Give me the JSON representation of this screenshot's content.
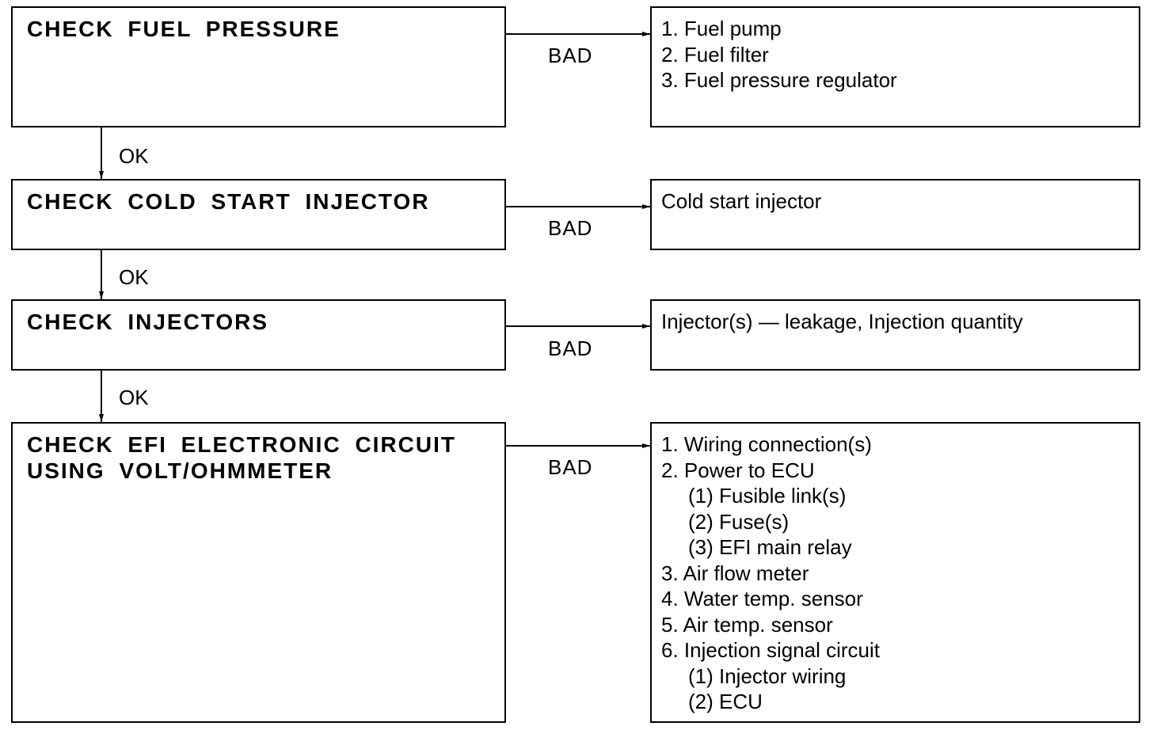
{
  "steps": [
    {
      "title": "CHECK FUEL PRESSURE",
      "ok_label": "OK",
      "bad_label": "BAD",
      "results": [
        {
          "text": "1. Fuel pump",
          "level": 0
        },
        {
          "text": "2. Fuel filter",
          "level": 0
        },
        {
          "text": "3. Fuel pressure regulator",
          "level": 0
        }
      ]
    },
    {
      "title": "CHECK COLD START INJECTOR",
      "ok_label": "OK",
      "bad_label": "BAD",
      "results": [
        {
          "text": "Cold start injector",
          "level": 0
        }
      ]
    },
    {
      "title": "CHECK INJECTORS",
      "ok_label": "OK",
      "bad_label": "BAD",
      "results": [
        {
          "text": "Injector(s) — leakage, Injection quantity",
          "level": 0
        }
      ]
    },
    {
      "title": "CHECK EFI ELECTRONIC CIRCUIT\nUSING VOLT/OHMMETER",
      "bad_label": "BAD",
      "results": [
        {
          "text": "1. Wiring connection(s)",
          "level": 0
        },
        {
          "text": "2. Power to ECU",
          "level": 0
        },
        {
          "text": "(1) Fusible link(s)",
          "level": 1
        },
        {
          "text": "(2) Fuse(s)",
          "level": 1
        },
        {
          "text": "(3) EFI main relay",
          "level": 1
        },
        {
          "text": "3. Air flow meter",
          "level": 0
        },
        {
          "text": "4. Water temp. sensor",
          "level": 0
        },
        {
          "text": "5. Air temp. sensor",
          "level": 0
        },
        {
          "text": "6. Injection signal circuit",
          "level": 0
        },
        {
          "text": "(1) Injector wiring",
          "level": 1
        },
        {
          "text": "(2) ECU",
          "level": 1
        }
      ]
    }
  ]
}
